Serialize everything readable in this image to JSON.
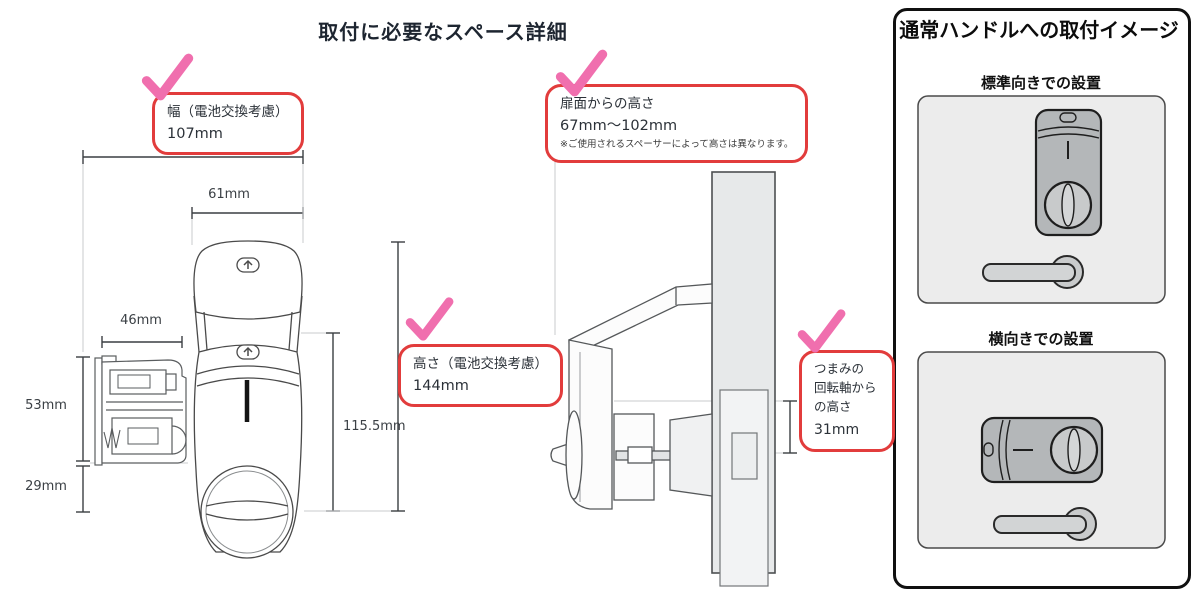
{
  "page": {
    "title": "取付に必要なスペース詳細"
  },
  "callouts": {
    "width": {
      "label": "幅（電池交換考慮）",
      "value": "107mm"
    },
    "height": {
      "label": "高さ（電池交換考慮）",
      "value": "144mm"
    },
    "door_offset": {
      "label": "扉面からの高さ",
      "value": "67mm〜102mm",
      "note": "※ご使用されるスペーサーによって高さは異なります。"
    },
    "knob_axis": {
      "label_lines": [
        "つまみの",
        "回転軸から",
        "の高さ"
      ],
      "value": "31mm"
    }
  },
  "dimensions": {
    "body_width": "61mm",
    "battery_box_width": "46mm",
    "battery_box_height": "53mm",
    "lower_clearance": "29mm",
    "body_height": "115.5mm"
  },
  "side_panel": {
    "title": "通常ハンドルへの取付イメージ",
    "sections": [
      {
        "label": "標準向きでの設置"
      },
      {
        "label": "横向きでの設置"
      }
    ]
  },
  "colors": {
    "accent_red": "#e23c3c",
    "check_pink": "#f06fae",
    "line_dark": "#4a4a4a",
    "door_gray": "#e7e9ea",
    "panel_gray": "#ececec",
    "lock_gray": "#b4b7b9"
  }
}
